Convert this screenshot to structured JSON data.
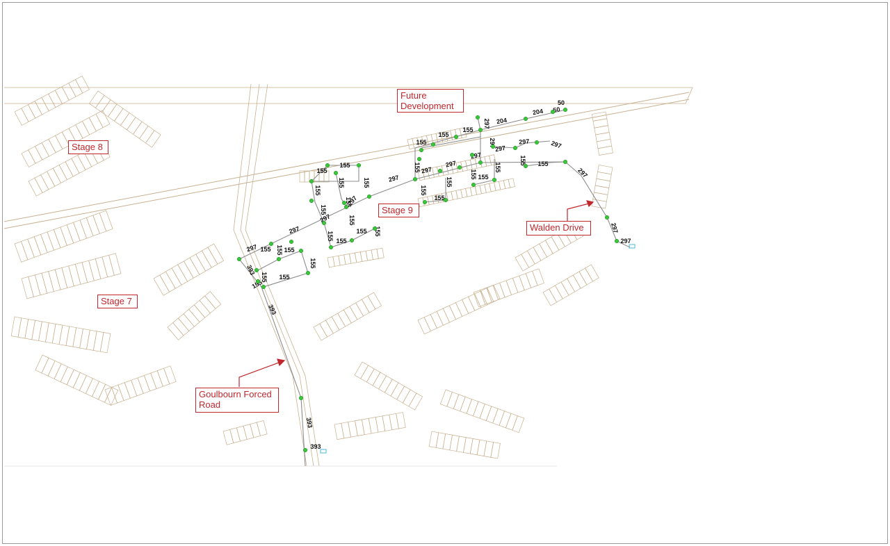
{
  "map": {
    "callouts": {
      "future": [
        "Future",
        "Development"
      ],
      "stage8": "Stage 8",
      "stage9": "Stage 9",
      "stage7": "Stage 7",
      "walden": "Walden Drive",
      "goulbourn": [
        "Goulbourn Forced",
        "Road"
      ]
    },
    "pipe_diameters_mm": [
      "393",
      "297",
      "204",
      "155",
      "50"
    ],
    "colors": {
      "parcel_lines": "#c8b08e",
      "pipe_line": "#8c8c8c",
      "node": "#3cc43c",
      "callout": "#c0272d",
      "label": "#111111"
    }
  }
}
